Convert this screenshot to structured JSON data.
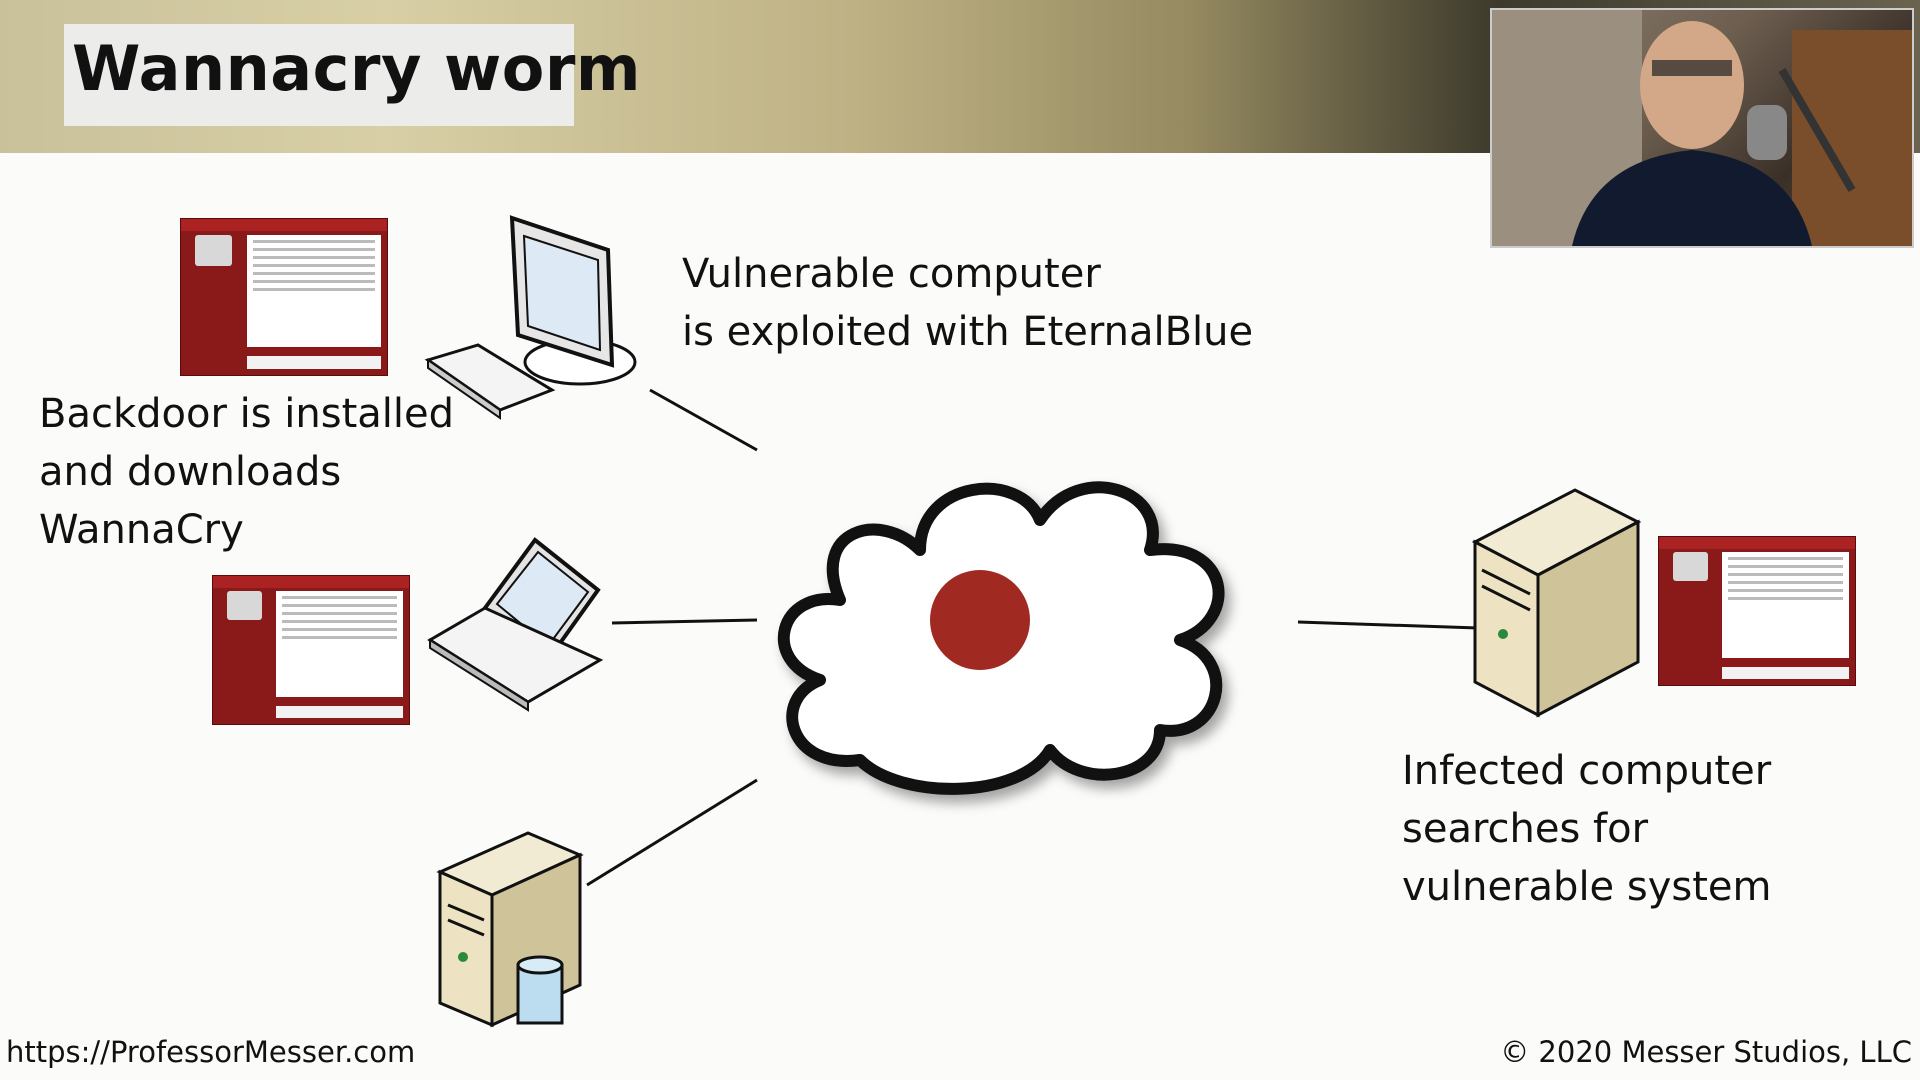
{
  "slide": {
    "title": "Wannacry worm"
  },
  "labels": {
    "vulnerable": "Vulnerable computer\nis exploited with EternalBlue",
    "backdoor": "Backdoor is installed\nand downloads\nWannaCry",
    "infected": "Infected computer\nsearches for\nvulnerable system"
  },
  "footer": {
    "url": "https://ProfessorMesser.com",
    "copyright": "© 2020 Messer Studios, LLC"
  },
  "colors": {
    "infection_dot": "#a02a22",
    "ransom_red": "#8a1a1a"
  },
  "icons": [
    "desktop-computer-icon",
    "laptop-icon",
    "database-server-icon",
    "server-icon",
    "internet-cloud-icon",
    "wannacry-ransom-note"
  ]
}
